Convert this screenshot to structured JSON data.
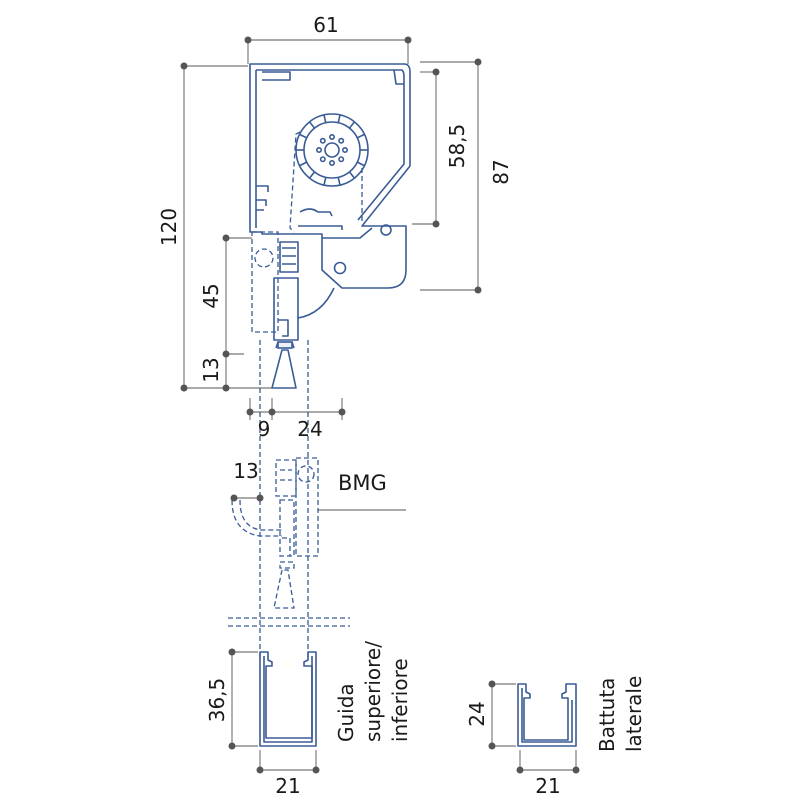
{
  "dimensions": {
    "width_top": "61",
    "height_total": "120",
    "height_45": "45",
    "height_13_bottom": "13",
    "offset_9": "9",
    "width_24": "24",
    "height_58_5": "58,5",
    "height_87": "87",
    "offset_13_bmg": "13",
    "guide_height": "36,5",
    "guide_width": "21",
    "side_height": "24",
    "side_width": "21"
  },
  "labels": {
    "bmg": "BMG",
    "guide": [
      "Guida",
      "superiore/",
      "inferiore"
    ],
    "side": [
      "Battuta",
      "laterale"
    ]
  },
  "colors": {
    "profile": "#3a5c96",
    "dimension": "#555555",
    "text": "#1a1a1a"
  }
}
